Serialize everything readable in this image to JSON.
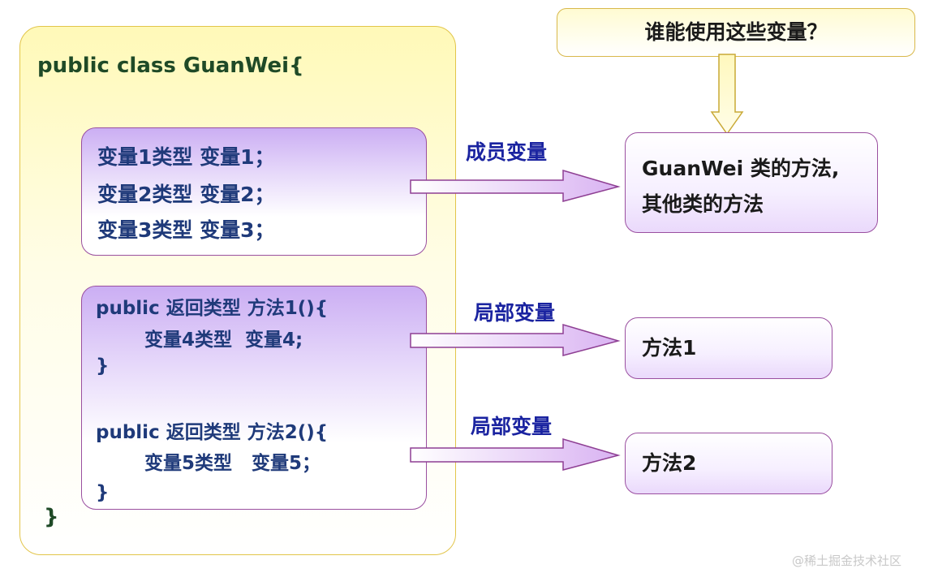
{
  "question": "谁能使用这些变量？",
  "class_header": "public class GuanWei{",
  "class_end": "}",
  "members": [
    "变量1类型  变量1；",
    "变量2类型  变量2；",
    "变量3类型  变量3；"
  ],
  "method1": {
    "signature": "public 返回类型 方法1(){",
    "body": "变量4类型  变量4;",
    "close": "}"
  },
  "method2": {
    "signature": "public 返回类型 方法2(){",
    "body": "变量5类型   变量5；",
    "close": "}"
  },
  "arrows": {
    "member": "成员变量",
    "local1": "局部变量",
    "local2": "局部变量"
  },
  "targets": {
    "member_line1": "GuanWei 类的方法,",
    "member_line2": "其他类的方法",
    "method1": "方法1",
    "method2": "方法2"
  },
  "watermark": "@稀土掘金技术社区",
  "colors": {
    "class_text": "#1f4a27",
    "code_text": "#1f3a7a",
    "arrow_label": "#1a23a0",
    "purple_border": "#9a4fa0",
    "yellow_border": "#e2c54a"
  }
}
